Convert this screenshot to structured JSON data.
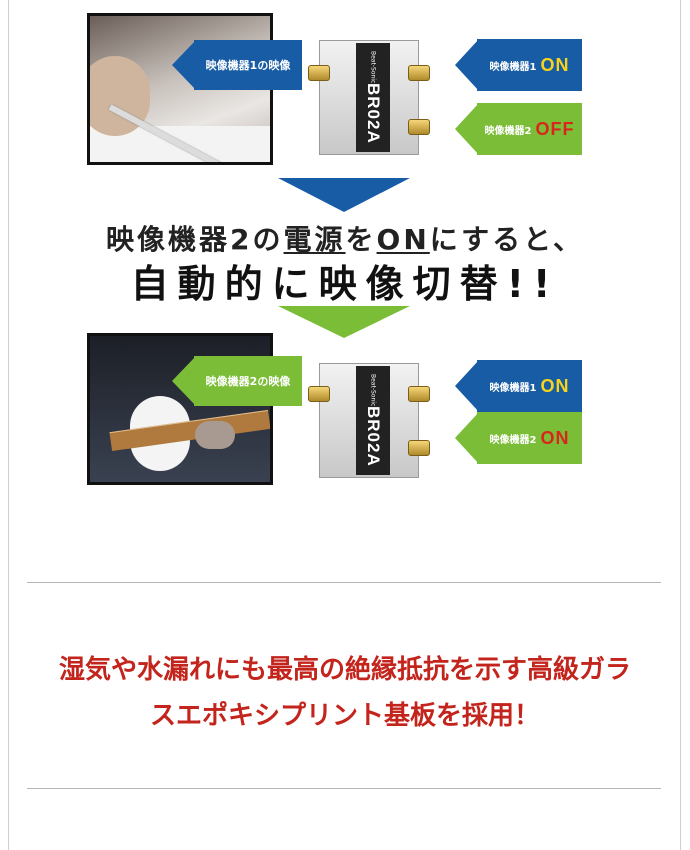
{
  "diagram_top": {
    "tv_label": "映像機器1の映像",
    "device_brand": "Beat-Sonic",
    "device_model": "BR02A",
    "out1_label": "映像機器1",
    "out1_state": "ON",
    "out2_label": "映像機器2",
    "out2_state": "OFF"
  },
  "caption": {
    "prefix": "映像機器2の",
    "power": "電源",
    "mid": "を",
    "on": "ON",
    "suffix": "にすると、",
    "line2": "自動的に映像切替!!"
  },
  "diagram_bottom": {
    "tv_label": "映像機器2の映像",
    "device_brand": "Beat-Sonic",
    "device_model": "BR02A",
    "out1_label": "映像機器1",
    "out1_state": "ON",
    "out2_label": "映像機器2",
    "out2_state": "ON"
  },
  "headline": {
    "line1": "湿気や水漏れにも最高の絶縁抵抗を示す高級ガラ",
    "line2": "スエポキシプリント基板を採用！"
  },
  "colors": {
    "blue": "#175ca5",
    "green": "#7bbd37",
    "headline_red": "#c3241c",
    "on_yellow": "#f7d41a",
    "off_red": "#d9261c"
  }
}
